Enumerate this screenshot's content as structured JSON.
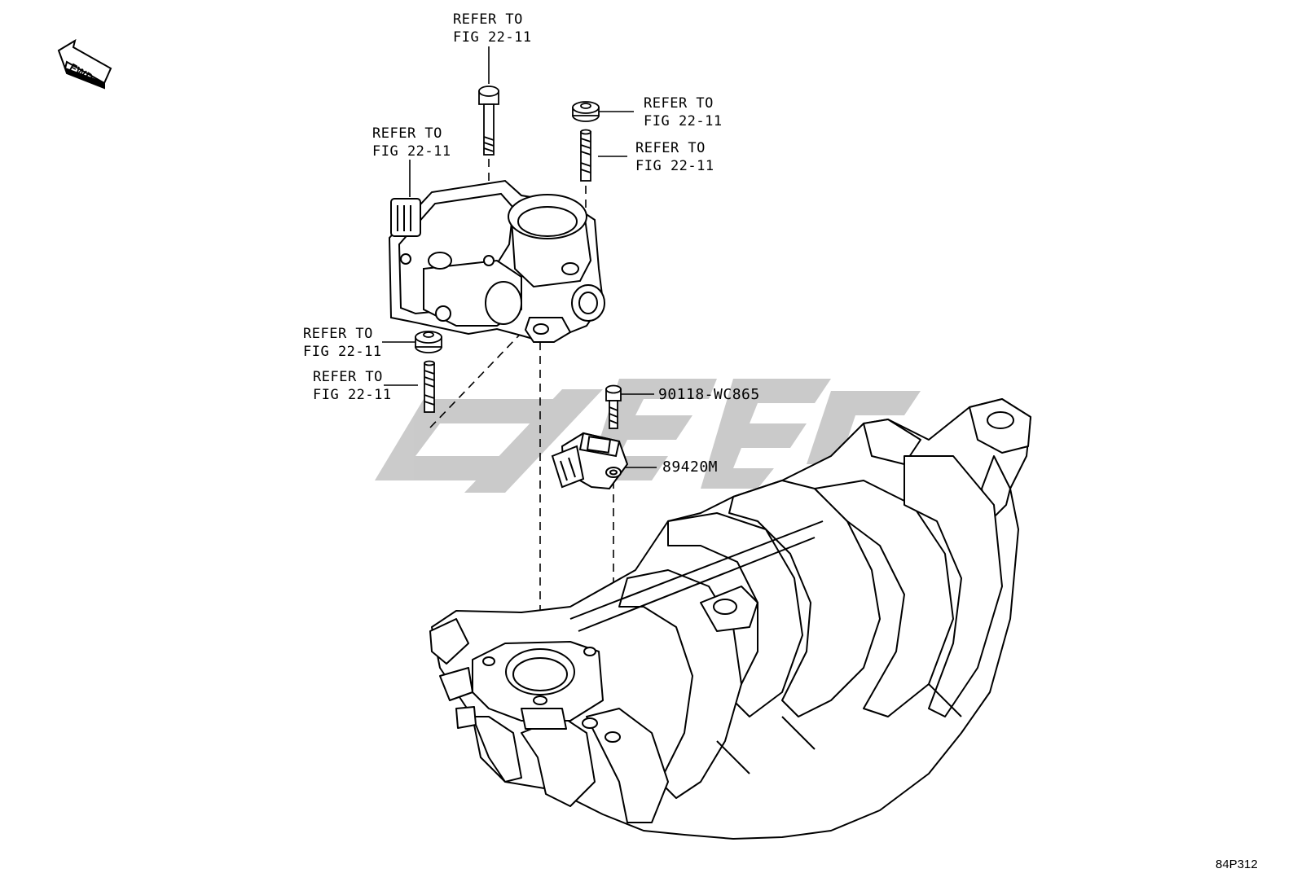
{
  "fwd_label": "FWD",
  "callouts": {
    "top_bolt": [
      "REFER TO",
      "FIG 22-11"
    ],
    "right_nut": [
      "REFER TO",
      "FIG 22-11"
    ],
    "right_stud": [
      "REFER TO",
      "FIG 22-11"
    ],
    "throttle_body": [
      "REFER TO",
      "FIG 22-11"
    ],
    "left_nut": [
      "REFER TO",
      "FIG 22-11"
    ],
    "left_stud": [
      "REFER TO",
      "FIG 22-11"
    ]
  },
  "parts": {
    "screw": "90118-WC865",
    "sensor": "89420M"
  },
  "diagram_code": "84P312",
  "watermark_color": "#c8c8c8"
}
